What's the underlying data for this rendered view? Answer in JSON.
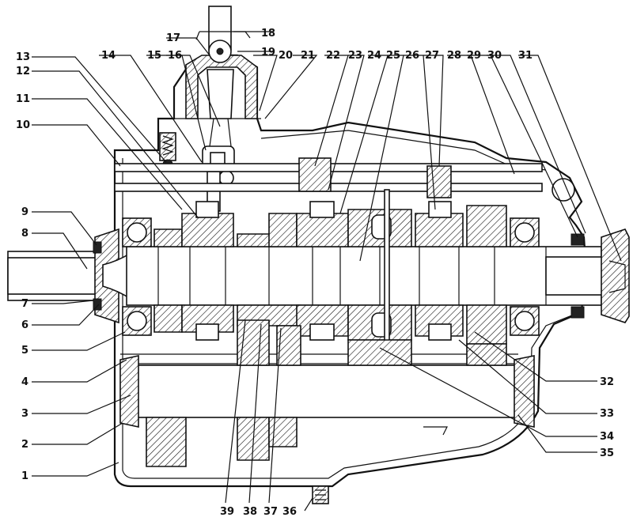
{
  "callouts": [
    {
      "id": "1",
      "text": "1"
    },
    {
      "id": "2",
      "text": "2"
    },
    {
      "id": "3",
      "text": "3"
    },
    {
      "id": "4",
      "text": "4"
    },
    {
      "id": "5",
      "text": "5"
    },
    {
      "id": "6",
      "text": "6"
    },
    {
      "id": "7",
      "text": "7"
    },
    {
      "id": "8",
      "text": "8"
    },
    {
      "id": "9",
      "text": "9"
    },
    {
      "id": "10",
      "text": "10"
    },
    {
      "id": "11",
      "text": "11"
    },
    {
      "id": "12",
      "text": "12"
    },
    {
      "id": "13",
      "text": "13"
    },
    {
      "id": "14",
      "text": "14"
    },
    {
      "id": "15",
      "text": "15"
    },
    {
      "id": "16",
      "text": "16"
    },
    {
      "id": "17",
      "text": "17"
    },
    {
      "id": "18",
      "text": "18"
    },
    {
      "id": "19",
      "text": "19"
    },
    {
      "id": "20",
      "text": "20"
    },
    {
      "id": "21",
      "text": "21"
    },
    {
      "id": "22",
      "text": "22"
    },
    {
      "id": "23",
      "text": "23"
    },
    {
      "id": "24",
      "text": "24"
    },
    {
      "id": "25",
      "text": "25"
    },
    {
      "id": "26",
      "text": "26"
    },
    {
      "id": "27",
      "text": "27"
    },
    {
      "id": "28",
      "text": "28"
    },
    {
      "id": "29",
      "text": "29"
    },
    {
      "id": "30",
      "text": "30"
    },
    {
      "id": "31",
      "text": "31"
    },
    {
      "id": "32",
      "text": "32"
    },
    {
      "id": "33",
      "text": "33"
    },
    {
      "id": "34",
      "text": "34"
    },
    {
      "id": "35",
      "text": "35"
    },
    {
      "id": "36",
      "text": "36"
    },
    {
      "id": "37",
      "text": "37"
    },
    {
      "id": "38",
      "text": "38"
    },
    {
      "id": "39",
      "text": "39"
    }
  ]
}
